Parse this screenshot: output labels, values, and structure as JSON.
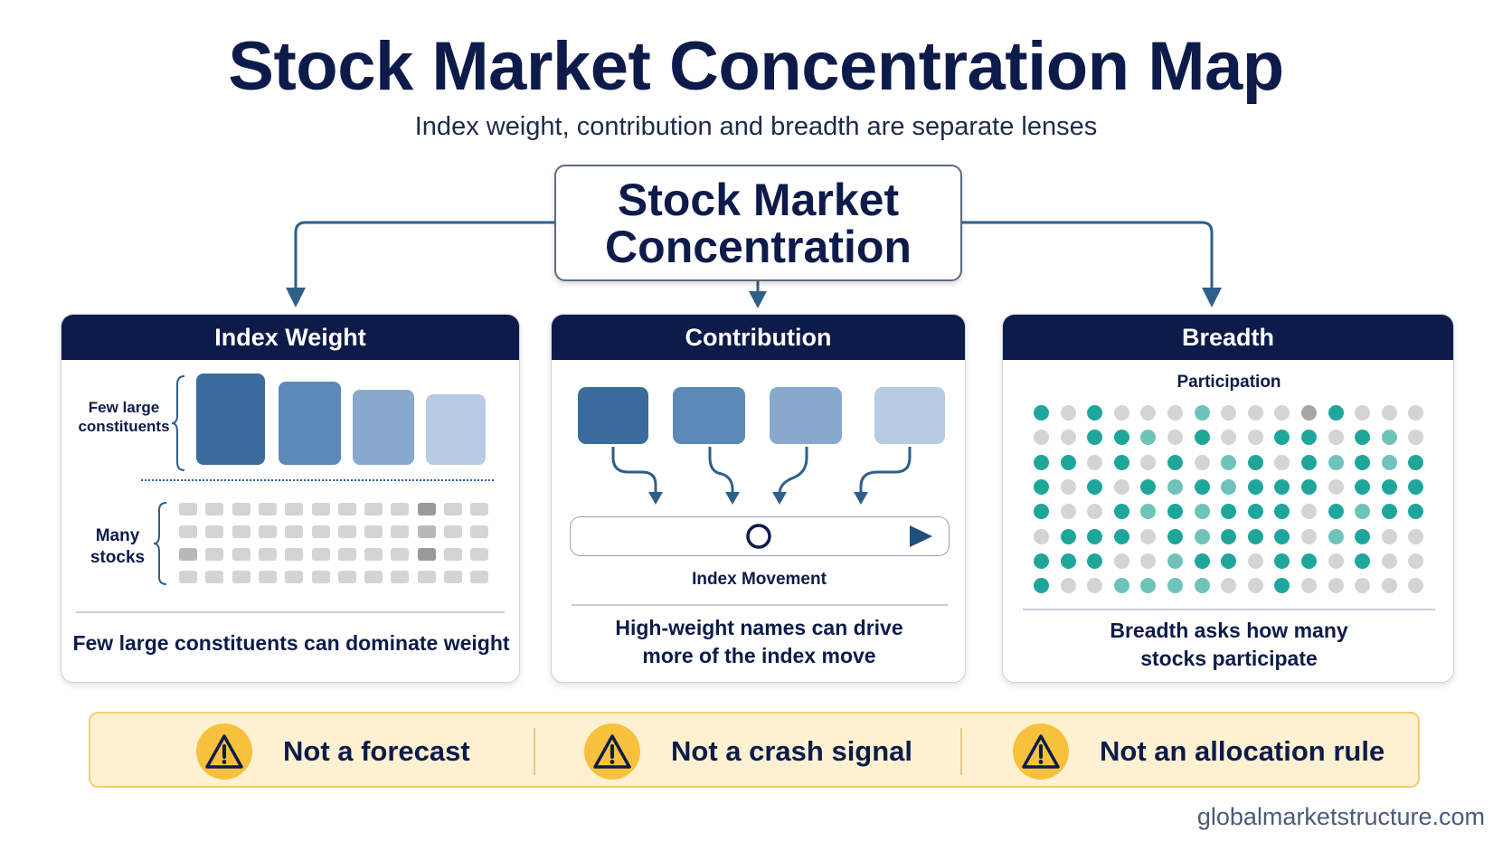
{
  "title": "Stock Market Concentration Map",
  "subtitle": "Index weight, contribution and breadth are separate lenses",
  "center": {
    "line1": "Stock Market",
    "line2": "Concentration"
  },
  "panels": {
    "weight": {
      "header": "Index Weight",
      "few_label_line1": "Few large",
      "few_label_line2": "constituents",
      "many_label_line1": "Many",
      "many_label_line2": "stocks",
      "caption": "Few large constituents can dominate weight"
    },
    "contribution": {
      "header": "Contribution",
      "axis_label": "Index Movement",
      "caption_line1": "High-weight names can drive",
      "caption_line2": "more of the index move"
    },
    "breadth": {
      "header": "Breadth",
      "grid_label": "Participation",
      "caption_line1": "Breadth asks how many",
      "caption_line2": "stocks participate"
    }
  },
  "warnings": [
    {
      "text": "Not a forecast",
      "icon": "warning-triangle-icon"
    },
    {
      "text": "Not a crash signal",
      "icon": "warning-triangle-icon"
    },
    {
      "text": "Not an allocation rule",
      "icon": "warning-triangle-icon"
    }
  ],
  "site": "globalmarketstructure.com",
  "colors": {
    "navy": "#0d1b4a",
    "blue_1": "#3b6b9c",
    "blue_2": "#5d89b8",
    "blue_3": "#88a9cf",
    "blue_4": "#b7cce3",
    "teal": "#1fa69a",
    "teal_light": "#6fc3bb",
    "gray": "#d4d4d4",
    "warn_bg": "#fdf1d2",
    "warn_icon": "#f7c13d"
  }
}
